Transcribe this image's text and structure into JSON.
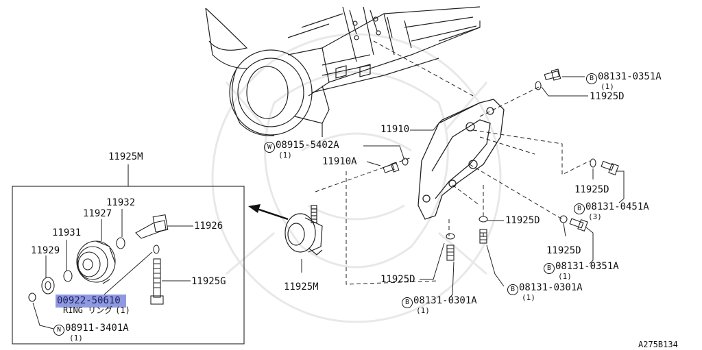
{
  "callouts": {
    "inset_ref": "11925M",
    "p11926": "11926",
    "p11927": "11927",
    "p11929": "11929",
    "p11931": "11931",
    "p11932": "11932",
    "p11925g": "11925G",
    "highlight_part": "00922-50610",
    "ring_label": "RING リング",
    "ring_qty": "(1)",
    "n_symbol": "N",
    "n_part": "08911-3401A",
    "n_qty": "(1)",
    "p11910": "11910",
    "p11910a": "11910A",
    "w_symbol": "W",
    "w_part": "08915-5402A",
    "w_qty": "(1)",
    "b1_symbol": "B",
    "b1_part": "08131-0351A",
    "b1_qty": "(1)",
    "p11925d_a": "11925D",
    "p11925d_b": "11925D",
    "b2_symbol": "B",
    "b2_part": "08131-0451A",
    "b2_qty": "(3)",
    "p11925d_c": "11925D",
    "p11925d_d": "11925D",
    "b3_symbol": "B",
    "b3_part": "08131-0351A",
    "b3_qty": "(1)",
    "b4_symbol": "B",
    "b4_part": "08131-0301A",
    "b4_qty": "(1)",
    "p11925d_e": "11925D",
    "b5_symbol": "B",
    "b5_part": "08131-0301A",
    "b5_qty": "(1)",
    "p11925m_main": "11925M",
    "figure_code": "A275B134"
  },
  "colors": {
    "ink": "#111111",
    "highlight": "#7b87dc",
    "watermark": "#e6e6e6"
  }
}
